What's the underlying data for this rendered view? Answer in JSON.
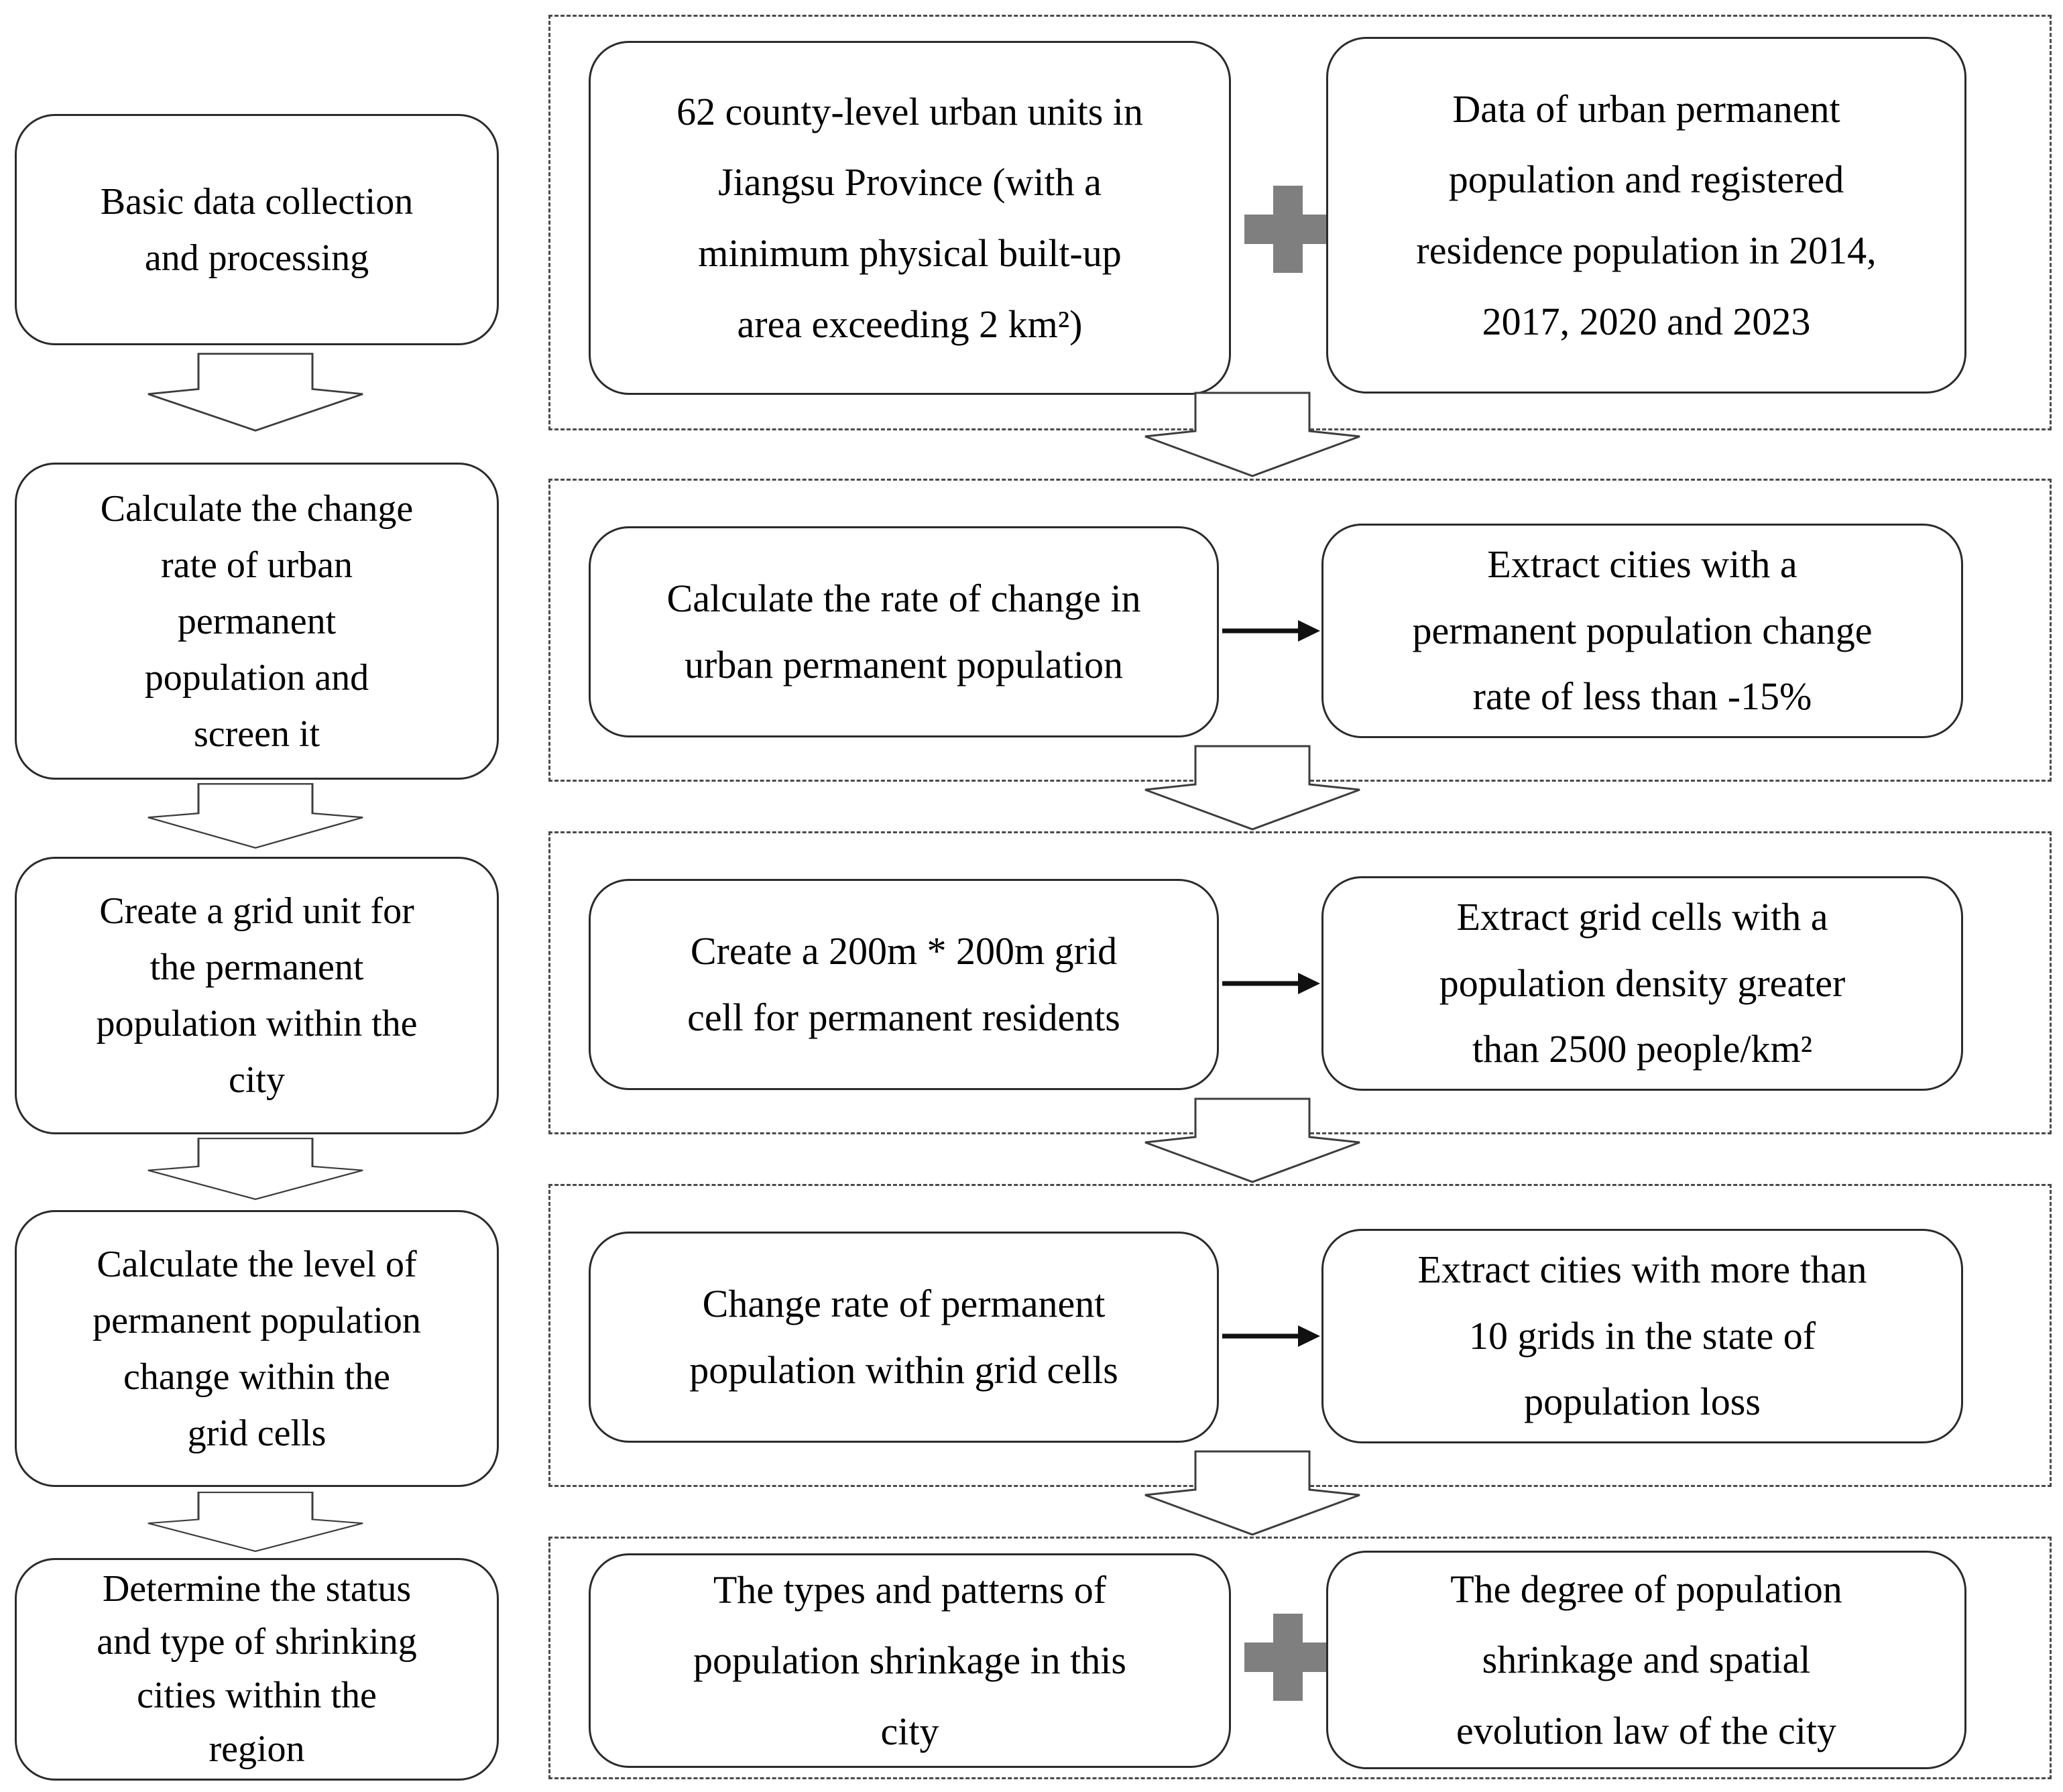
{
  "diagram": {
    "left_steps": [
      {
        "label": "Basic data collection\nand processing"
      },
      {
        "label": "Calculate the change\nrate of urban\npermanent\npopulation and\nscreen it"
      },
      {
        "label": "Create a grid unit for\nthe permanent\npopulation within the\ncity"
      },
      {
        "label": "Calculate the level of\npermanent population\nchange within the\ngrid cells"
      },
      {
        "label": "Determine the status\nand type of shrinking\ncities within the\nregion"
      }
    ],
    "rows": [
      {
        "connector": "plus",
        "box_a": "62 county-level urban units in\nJiangsu Province (with a\nminimum physical built-up\narea exceeding 2 km²)",
        "box_b": "Data of urban permanent\npopulation and registered\nresidence population in 2014,\n2017, 2020 and 2023"
      },
      {
        "connector": "arrow",
        "box_a": "Calculate the rate of change in\nurban permanent population",
        "box_b": "Extract cities with a\npermanent population change\nrate of less than -15%"
      },
      {
        "connector": "arrow",
        "box_a": "Create a 200m * 200m grid\ncell for permanent residents",
        "box_b": "Extract grid cells with a\npopulation density greater\nthan 2500 people/km²"
      },
      {
        "connector": "arrow",
        "box_a": "Change rate of permanent\npopulation within grid cells",
        "box_b": "Extract cities with more than\n10 grids in the state of\npopulation loss"
      },
      {
        "connector": "plus",
        "box_a": "The types and patterns of\npopulation shrinkage in this\ncity",
        "box_b": "The degree of population\nshrinkage and spatial\nevolution law of the city"
      }
    ],
    "colors": {
      "plus": "#7f7f7f",
      "box_border": "#2b2b2b",
      "dashed_border": "#4a4a4a",
      "arrow_outline": "#3d3d3d",
      "text": "#000000",
      "background": "#ffffff"
    }
  }
}
